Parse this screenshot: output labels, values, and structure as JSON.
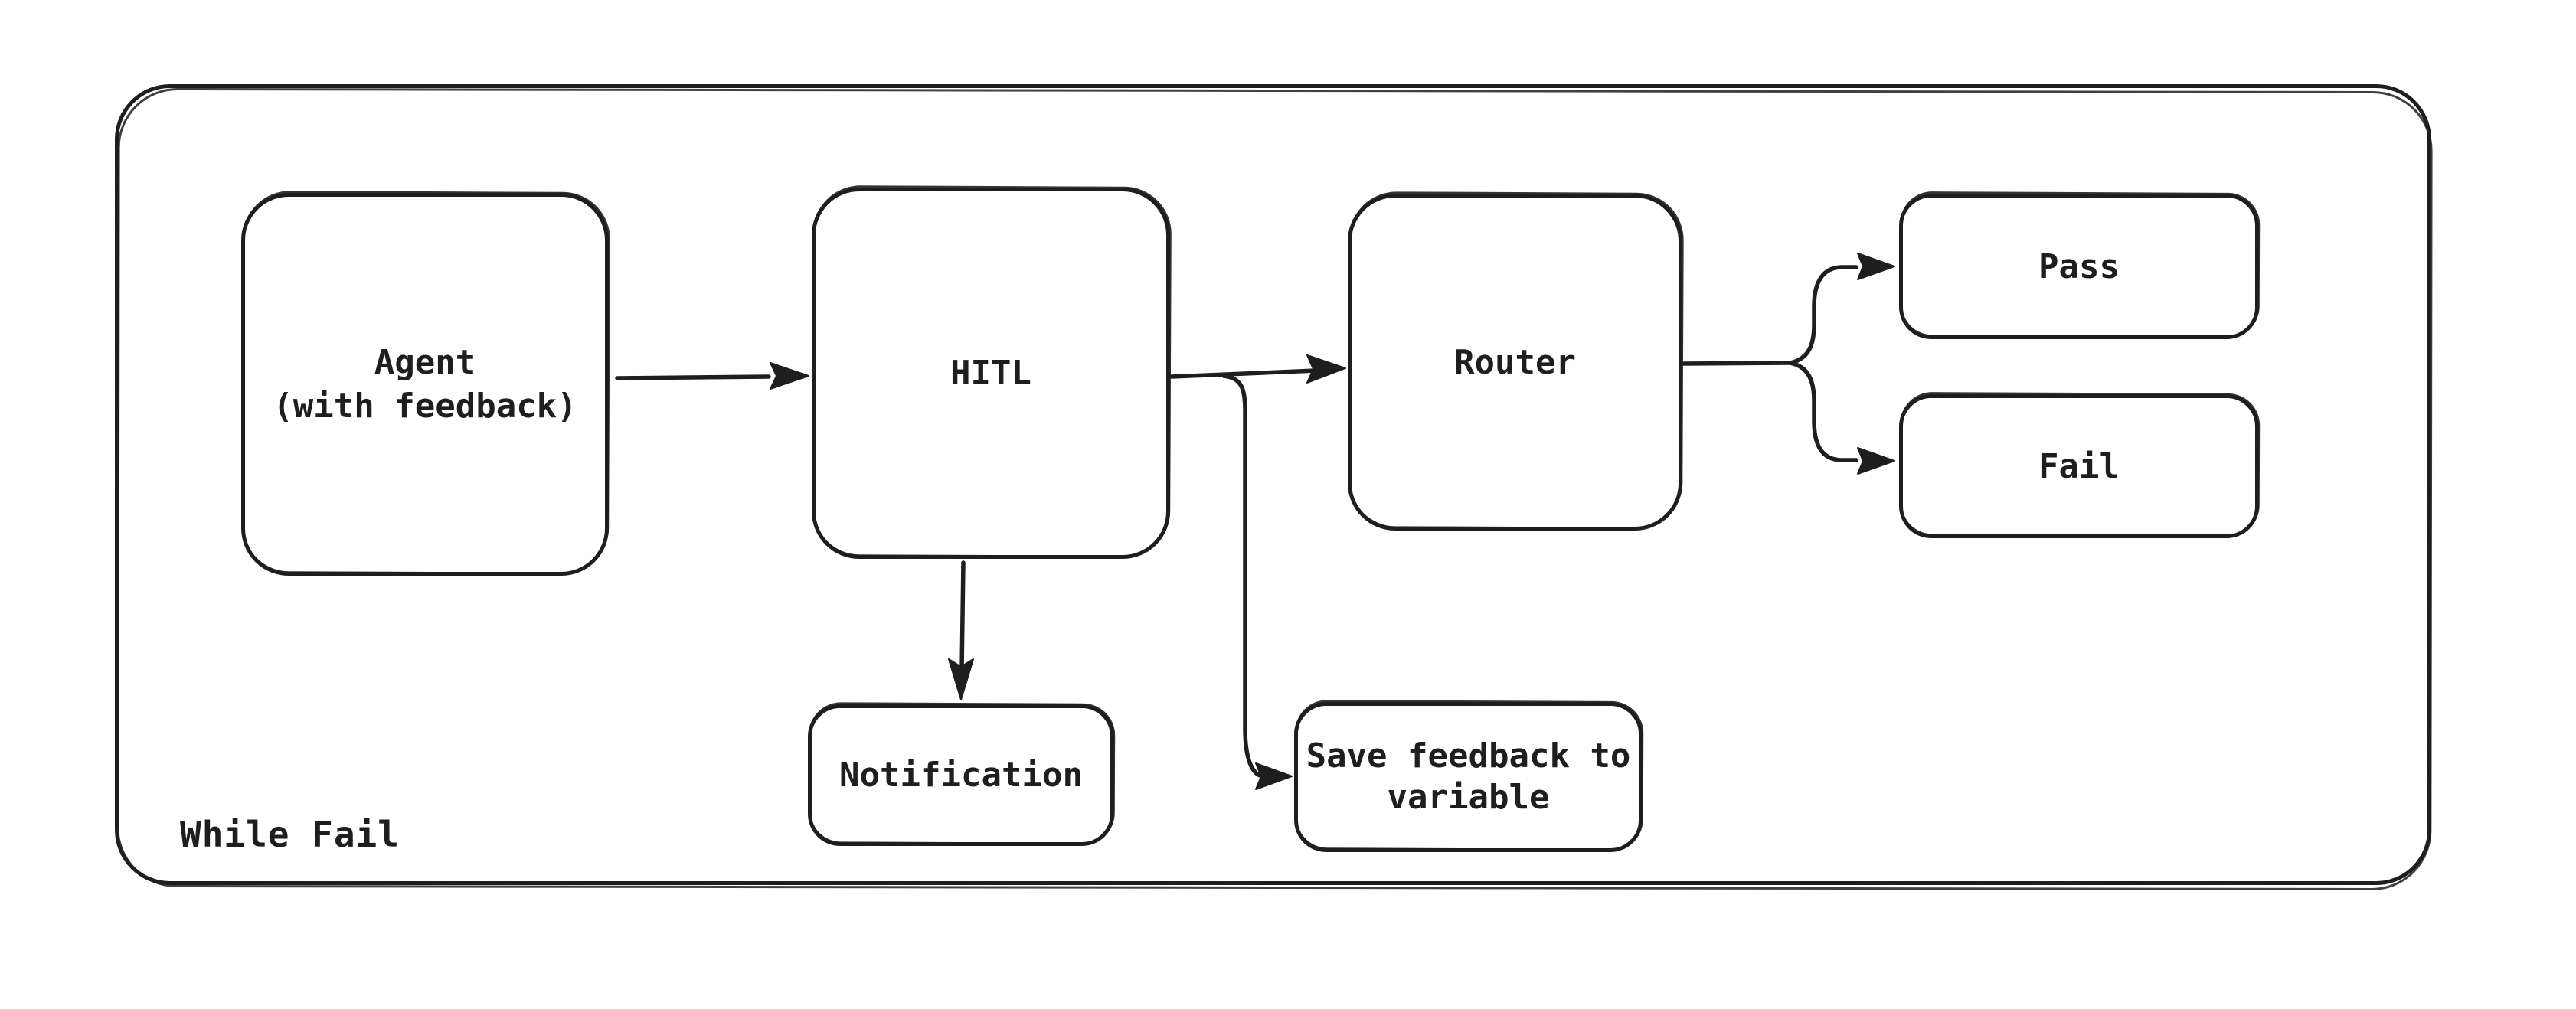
{
  "diagram": {
    "group_label": "While Fail",
    "nodes": {
      "agent": {
        "line1": "Agent",
        "line2": "(with feedback)"
      },
      "hitl": {
        "label": "HITL"
      },
      "router": {
        "label": "Router"
      },
      "pass": {
        "label": "Pass"
      },
      "fail": {
        "label": "Fail"
      },
      "notification": {
        "label": "Notification"
      },
      "save_feedback": {
        "line1": "Save feedback to",
        "line2": "variable"
      }
    },
    "edges": [
      {
        "from": "Agent (with feedback)",
        "to": "HITL"
      },
      {
        "from": "HITL",
        "to": "Router"
      },
      {
        "from": "HITL",
        "to": "Notification"
      },
      {
        "from": "HITL",
        "to": "Save feedback to variable"
      },
      {
        "from": "Router",
        "to": "Pass"
      },
      {
        "from": "Router",
        "to": "Fail"
      }
    ],
    "colors": {
      "stroke": "#1e1e1e",
      "canvas": "#ffffff"
    }
  }
}
